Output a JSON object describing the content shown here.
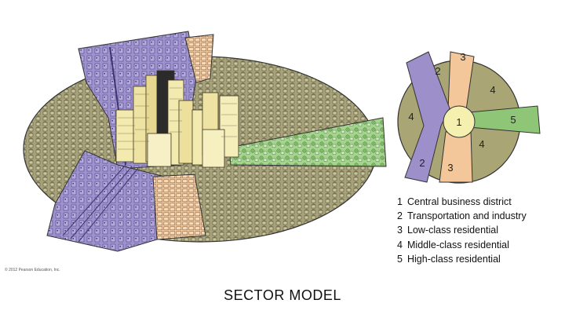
{
  "caption": "SECTOR MODEL",
  "copyright": "© 2012 Pearson Education, Inc.",
  "legend": [
    {
      "num": "1",
      "text": "Central business district"
    },
    {
      "num": "2",
      "text": "Transportation and industry"
    },
    {
      "num": "3",
      "text": "Low-class residential"
    },
    {
      "num": "4",
      "text": "Middle-class residential"
    },
    {
      "num": "5",
      "text": "High-class residential"
    }
  ],
  "zone_labels": {
    "cbd": "1",
    "transport_top": "2",
    "transport_bottom": "2",
    "lowclass_top": "3",
    "lowclass_bottom": "3",
    "middle_left": "4",
    "middle_topright": "4",
    "middle_bottomright": "4",
    "highclass": "5"
  },
  "colors": {
    "cbd": "#f5f0b0",
    "transport": "#9c8fca",
    "lowclass": "#f3c79a",
    "middle": "#a9a574",
    "highclass": "#8fc577",
    "outline": "#333333"
  }
}
